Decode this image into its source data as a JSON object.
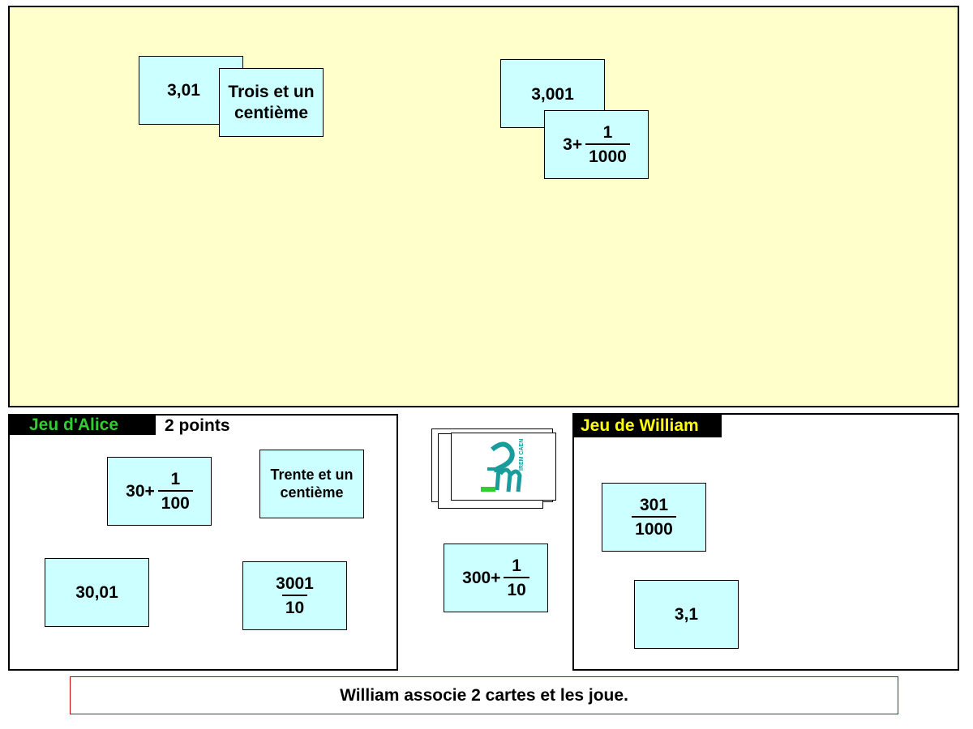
{
  "board": {
    "pair1": {
      "card_a": "3,01",
      "card_b": "Trois et un centième"
    },
    "pair2": {
      "card_a": "3,001",
      "card_b": {
        "whole": "3+",
        "num": "1",
        "den": "1000"
      }
    }
  },
  "alice": {
    "label": "Jeu d'Alice",
    "label_color": "#33cc33",
    "points": "2 points",
    "cards": {
      "c1": {
        "whole": "30+",
        "num": "1",
        "den": "100"
      },
      "c2": "Trente et un centième",
      "c3": "30,01",
      "c4": {
        "num": "3001",
        "den": "10"
      }
    }
  },
  "william": {
    "label": "Jeu de William",
    "label_color": "#ffff00",
    "cards": {
      "c1": {
        "num": "301",
        "den": "1000"
      },
      "c2": "3,1"
    }
  },
  "deck": {
    "logo_icon": "irem-caen-logo",
    "face_up": {
      "whole": "300+",
      "num": "1",
      "den": "10"
    }
  },
  "message": "William associe 2 cartes et les joue.",
  "colors": {
    "board": "#ffffcc",
    "card": "#ccffff",
    "message_border": "#cc0000"
  }
}
